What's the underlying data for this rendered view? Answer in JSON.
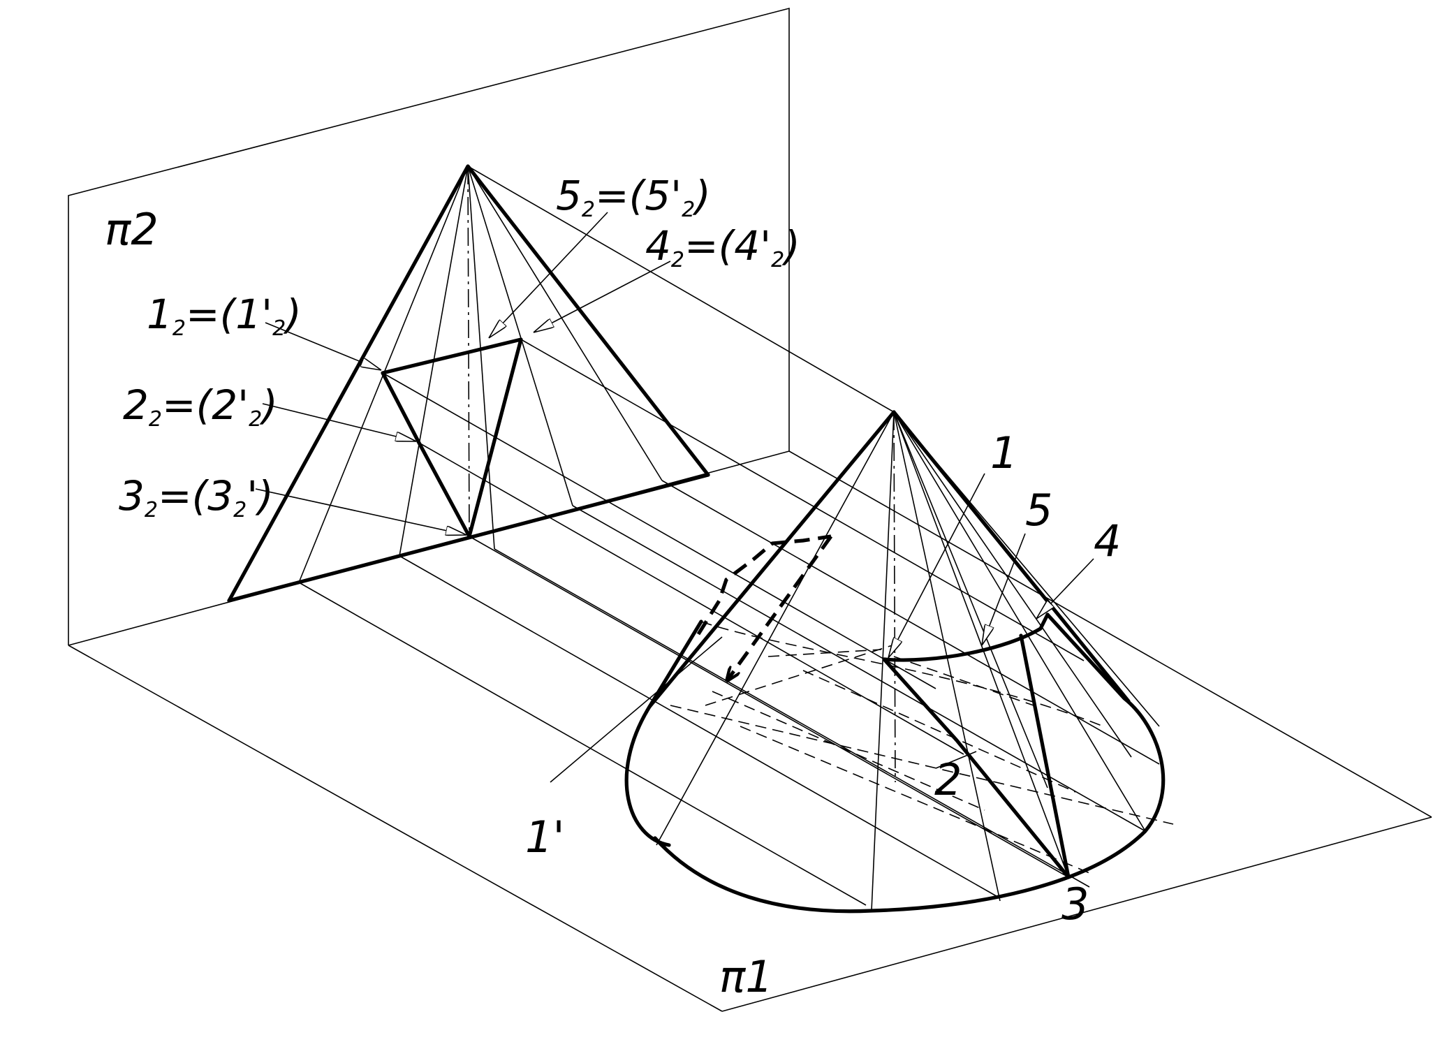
{
  "planes": {
    "frontal": "π2",
    "horizontal": "π1"
  },
  "frontal_labels": [
    {
      "main": "1",
      "sub": "2",
      "rest": "=(1'",
      "sub2": "2",
      "end": ")"
    },
    {
      "main": "2",
      "sub": "2",
      "rest": "=(2'",
      "sub2": "2",
      "end": ")"
    },
    {
      "main": "3",
      "sub": "2",
      "rest": "=(3",
      "sub2": "2",
      "end": "')"
    },
    {
      "main": "5",
      "sub": "2",
      "rest": "=(5'",
      "sub2": "2",
      "end": ")"
    },
    {
      "main": "4",
      "sub": "2",
      "rest": "=(4'",
      "sub2": "2",
      "end": ")"
    }
  ],
  "horizontal_labels": [
    "1",
    "5",
    "4",
    "2",
    "3",
    "1'"
  ]
}
